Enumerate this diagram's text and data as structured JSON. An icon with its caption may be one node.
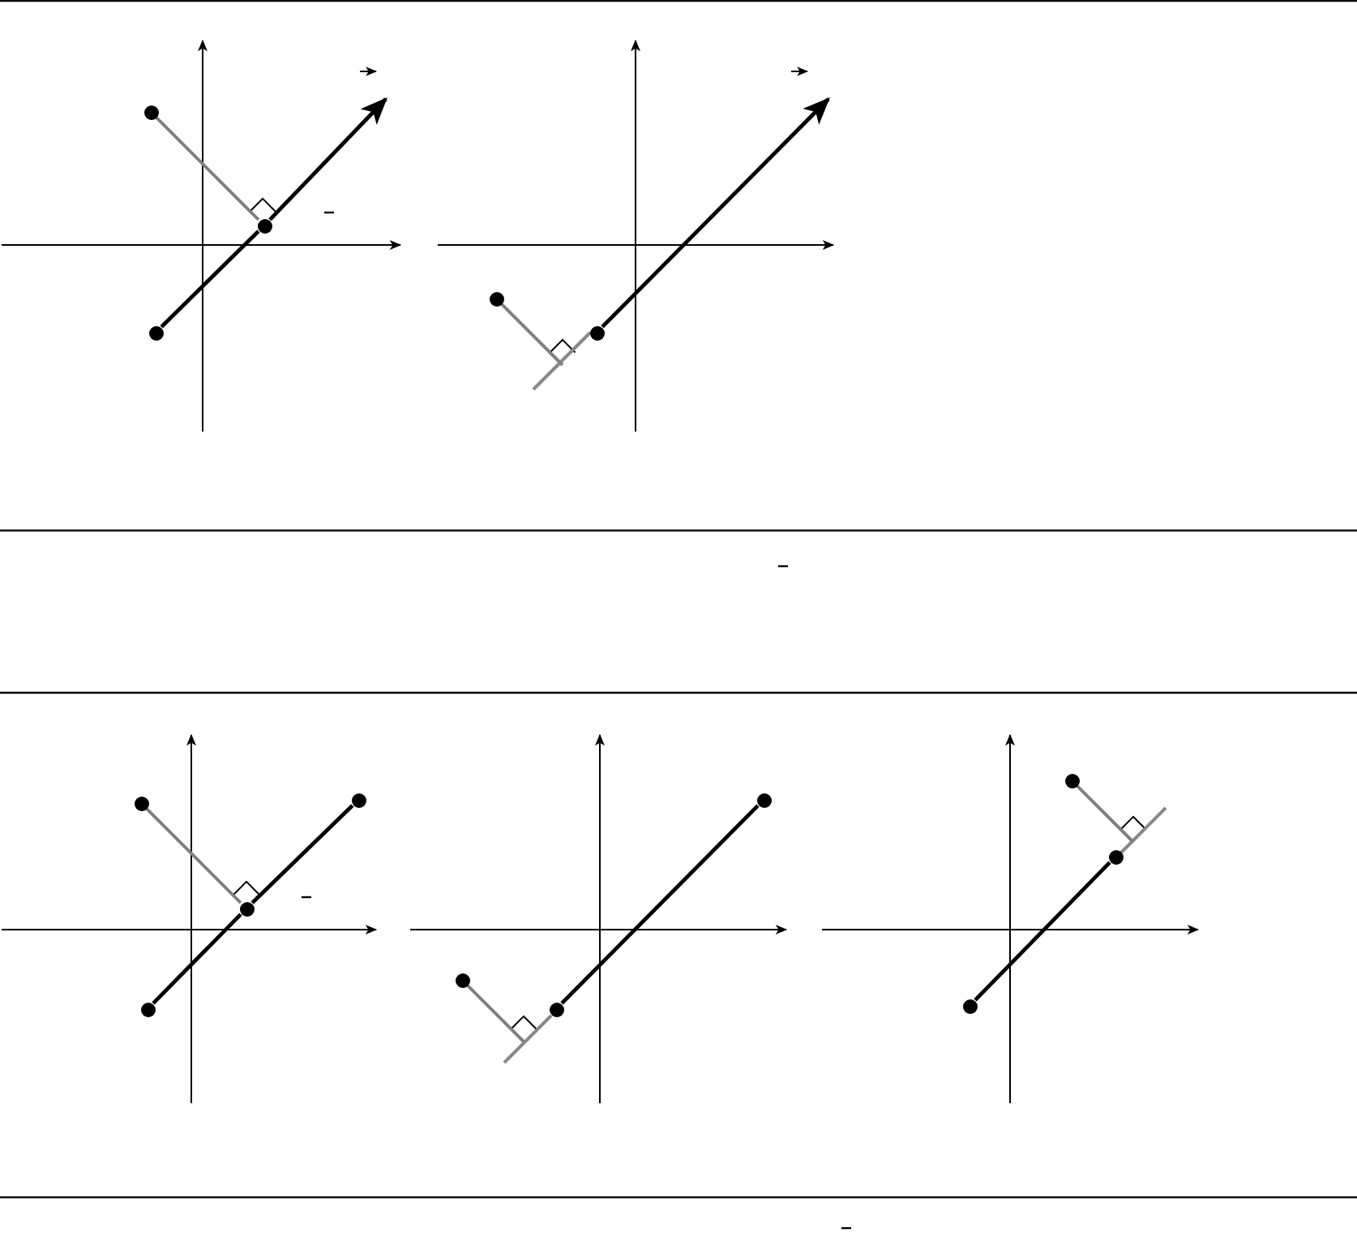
{
  "diagram": {
    "nodes": [
      {
        "text": [],
        "shape": "circle"
      },
      {
        "text": [],
        "shape": "circle"
      },
      {
        "text": [],
        "shape": "circle"
      },
      {
        "text": [],
        "shape": "circle"
      },
      {
        "text": [],
        "shape": "circle"
      },
      {
        "text": [],
        "shape": "circle"
      },
      {
        "text": [],
        "shape": "circle"
      },
      {
        "text": [],
        "shape": "circle"
      },
      {
        "text": [],
        "shape": "circle"
      },
      {
        "text": [],
        "shape": "circle"
      },
      {
        "text": [],
        "shape": "circle"
      },
      {
        "text": [],
        "shape": "circle"
      },
      {
        "text": [],
        "shape": "circle"
      },
      {
        "text": [],
        "shape": "circle"
      },
      {
        "text": [],
        "shape": "circle"
      },
      {
        "text": [],
        "shape": "line"
      },
      {
        "text": [],
        "shape": "line"
      },
      {
        "text": [],
        "shape": "line"
      }
    ],
    "edges": [
      {
        "from": 0,
        "to": 1,
        "arrow": "none",
        "color": "#808080"
      },
      {
        "from": 2,
        "to": 1,
        "arrow": "none"
      },
      {
        "from": 1,
        "to": null,
        "arrow": "to"
      },
      {
        "from": 3,
        "to": 15,
        "arrow": "none",
        "color": "#808080"
      },
      {
        "from": 4,
        "to": null,
        "arrow": "to"
      },
      {
        "from": 5,
        "to": 6,
        "arrow": "none",
        "color": "#808080"
      },
      {
        "from": 7,
        "to": 6,
        "arrow": "none"
      },
      {
        "from": 6,
        "to": 8,
        "arrow": "none"
      },
      {
        "from": 9,
        "to": 16,
        "arrow": "none",
        "color": "#808080"
      },
      {
        "from": 10,
        "to": 11,
        "arrow": "none"
      },
      {
        "from": 12,
        "to": 17,
        "arrow": "none",
        "color": "#808080"
      },
      {
        "from": 14,
        "to": 13,
        "arrow": "none"
      }
    ]
  }
}
